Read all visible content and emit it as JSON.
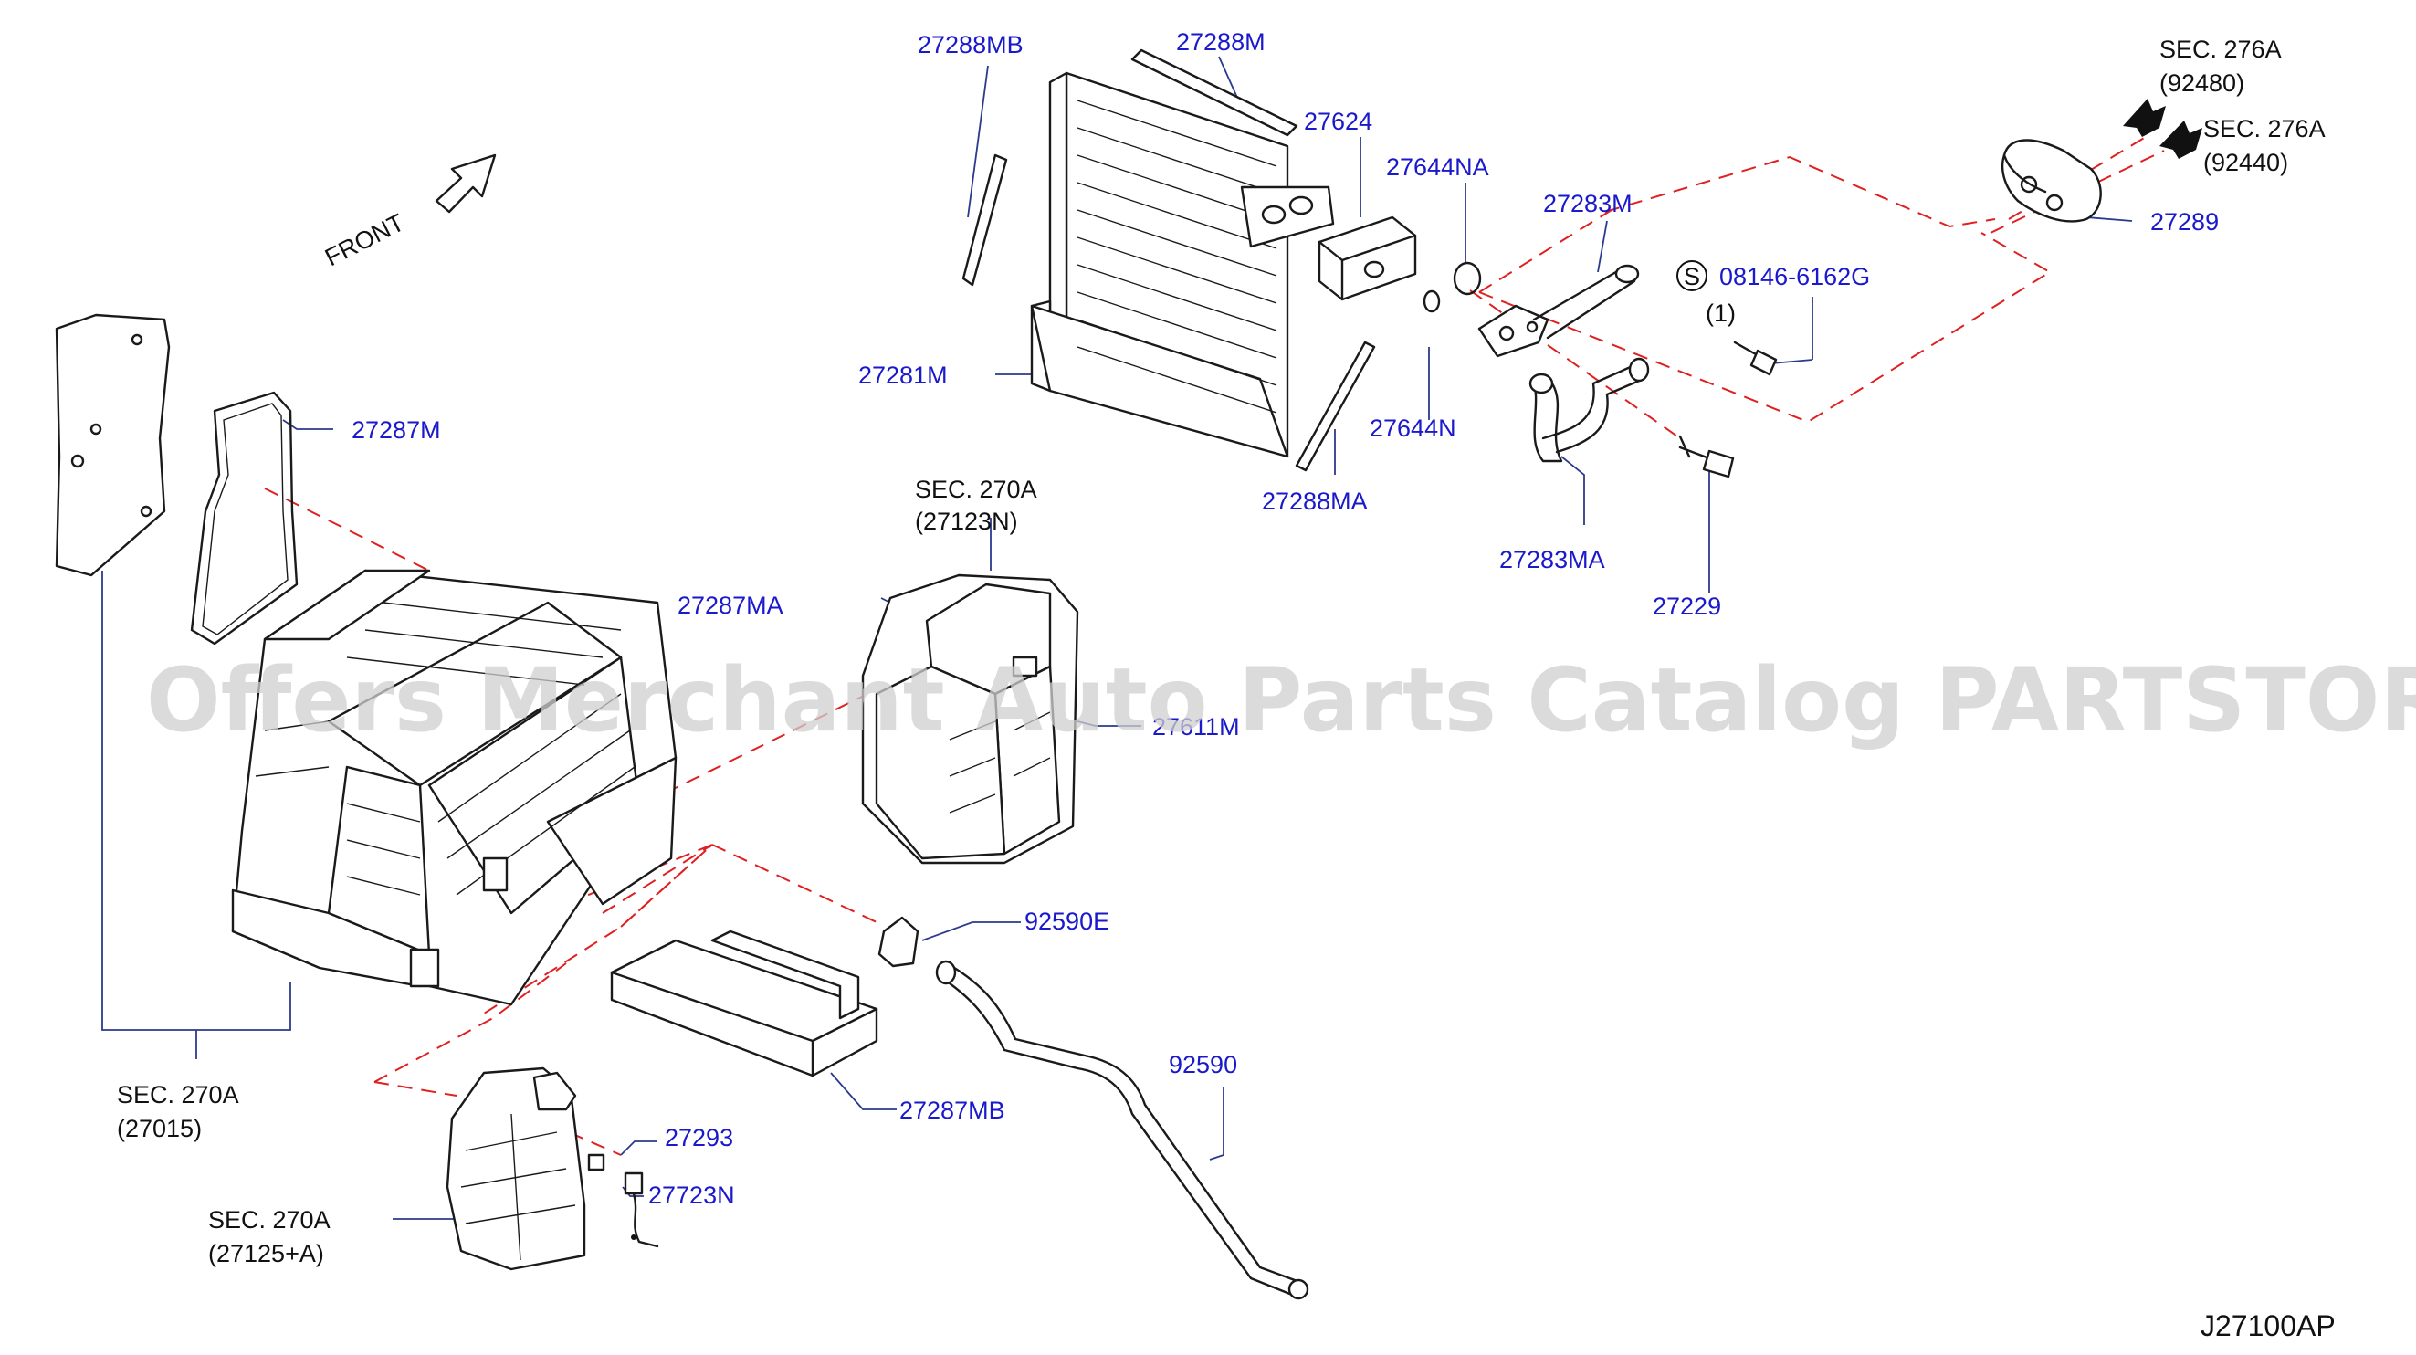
{
  "diagram_code": "J27100AP",
  "watermark": "Offers Merchant Auto Parts Catalog PARTSTORE.SA",
  "front_label": "FRONT",
  "screw_symbol": "S",
  "colors": {
    "label": "#1a1acc",
    "reference": "#111111",
    "leader": "#2b3a8c",
    "dashed": "#e02020",
    "watermark": "#cfcfcf"
  },
  "part_labels": [
    {
      "id": "27288MB",
      "text": "27288MB"
    },
    {
      "id": "27288M",
      "text": "27288M"
    },
    {
      "id": "27624",
      "text": "27624"
    },
    {
      "id": "27644NA",
      "text": "27644NA"
    },
    {
      "id": "27283M",
      "text": "27283M"
    },
    {
      "id": "08146-6162G",
      "text": "08146-6162G"
    },
    {
      "id": "qty-1",
      "text": "(1)"
    },
    {
      "id": "27289",
      "text": "27289"
    },
    {
      "id": "27281M",
      "text": "27281M"
    },
    {
      "id": "27644N",
      "text": "27644N"
    },
    {
      "id": "27288MA",
      "text": "27288MA"
    },
    {
      "id": "27287M",
      "text": "27287M"
    },
    {
      "id": "27283MA",
      "text": "27283MA"
    },
    {
      "id": "27229",
      "text": "27229"
    },
    {
      "id": "27287MA",
      "text": "27287MA"
    },
    {
      "id": "27611M",
      "text": "27611M"
    },
    {
      "id": "92590E",
      "text": "92590E"
    },
    {
      "id": "92590",
      "text": "92590"
    },
    {
      "id": "27287MB",
      "text": "27287MB"
    },
    {
      "id": "27293",
      "text": "27293"
    },
    {
      "id": "27723N",
      "text": "27723N"
    }
  ],
  "section_refs": [
    {
      "id": "sec-276a-92480",
      "line1": "SEC.  276A",
      "line2": "(92480)"
    },
    {
      "id": "sec-276a-92440",
      "line1": "SEC.  276A",
      "line2": "(92440)"
    },
    {
      "id": "sec-270a-27123n",
      "line1": "SEC.  270A",
      "line2": "(27123N)"
    },
    {
      "id": "sec-270a-27015",
      "line1": "SEC.  270A",
      "line2": "(27015)"
    },
    {
      "id": "sec-270a-27125a",
      "line1": "SEC.  270A",
      "line2": "(27125+A)"
    }
  ]
}
